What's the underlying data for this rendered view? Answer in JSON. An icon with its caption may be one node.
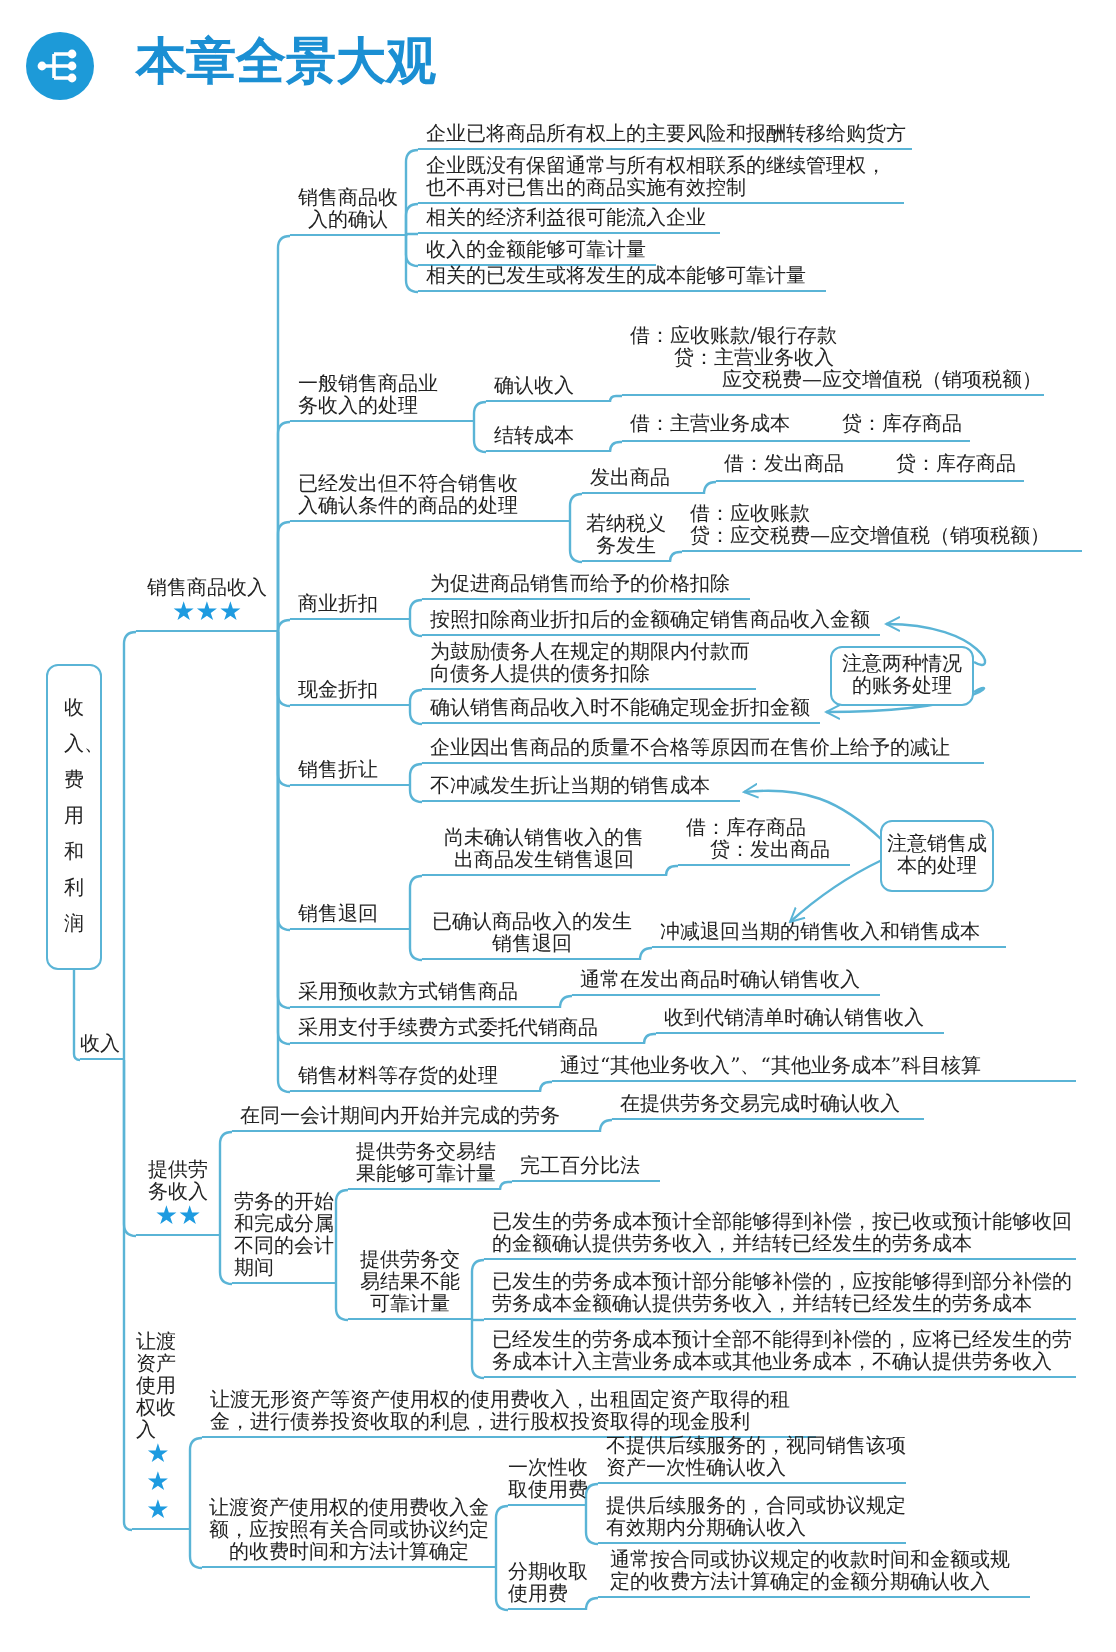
{
  "diagram": {
    "title": "本章全景大观",
    "nodes": [
      {
        "text": [
          "收入、费用和利润"
        ]
      },
      {
        "text": [
          "收入"
        ]
      },
      {
        "text": [
          "销售商品收入",
          "★★★"
        ]
      },
      {
        "text": [
          "销售商品收入的确认"
        ]
      },
      {
        "text": [
          "企业已将商品所有权上的主要风险和报酬转移给购货方"
        ]
      },
      {
        "text": [
          "企业既没有保留通常与所有权相联系的继续管理权，也不再对已售出的商品实施有效控制"
        ]
      },
      {
        "text": [
          "相关的经济利益很可能流入企业"
        ]
      },
      {
        "text": [
          "收入的金额能够可靠计量"
        ]
      },
      {
        "text": [
          "相关的已发生或将发生的成本能够可靠计量"
        ]
      },
      {
        "text": [
          "一般销售商品业务收入的处理"
        ]
      },
      {
        "text": [
          "确认收入"
        ]
      },
      {
        "text": [
          "借：应收账款/银行存款",
          "贷：主营业务收入",
          "应交税费—应交增值税（销项税额）"
        ]
      },
      {
        "text": [
          "结转成本"
        ]
      },
      {
        "text": [
          "借：主营业务成本",
          "贷：库存商品"
        ]
      },
      {
        "text": [
          "已经发出但不符合销售收入确认条件的商品的处理"
        ]
      },
      {
        "text": [
          "发出商品"
        ]
      },
      {
        "text": [
          "借：发出商品",
          "贷：库存商品"
        ]
      },
      {
        "text": [
          "若纳税义务发生"
        ]
      },
      {
        "text": [
          "借：应收账款",
          "贷：应交税费—应交增值税（销项税额）"
        ]
      },
      {
        "text": [
          "商业折扣"
        ]
      },
      {
        "text": [
          "为促进商品销售而给予的价格扣除"
        ]
      },
      {
        "text": [
          "按照扣除商业折扣后的金额确定销售商品收入金额"
        ]
      },
      {
        "text": [
          "现金折扣"
        ]
      },
      {
        "text": [
          "为鼓励债务人在规定的期限内付款而向债务人提供的债务扣除"
        ]
      },
      {
        "text": [
          "确认销售商品收入时不能确定现金折扣金额"
        ]
      },
      {
        "text": [
          "注意两种情况的账务处理"
        ]
      },
      {
        "text": [
          "销售折让"
        ]
      },
      {
        "text": [
          "企业因出售商品的质量不合格等原因而在售价上给予的减让"
        ]
      },
      {
        "text": [
          "不冲减发生折让当期的销售成本"
        ]
      },
      {
        "text": [
          "销售退回"
        ]
      },
      {
        "text": [
          "尚未确认销售收入的售出商品发生销售退回"
        ]
      },
      {
        "text": [
          "借：库存商品",
          "贷：发出商品"
        ]
      },
      {
        "text": [
          "已确认商品收入的发生销售退回"
        ]
      },
      {
        "text": [
          "冲减退回当期的销售收入和销售成本"
        ]
      },
      {
        "text": [
          "注意销售成本的处理"
        ]
      },
      {
        "text": [
          "采用预收款方式销售商品"
        ]
      },
      {
        "text": [
          "通常在发出商品时确认销售收入"
        ]
      },
      {
        "text": [
          "采用支付手续费方式委托代销商品"
        ]
      },
      {
        "text": [
          "收到代销清单时确认销售收入"
        ]
      },
      {
        "text": [
          "销售材料等存货的处理"
        ]
      },
      {
        "text": [
          "通过“其他业务收入”、“其他业务成本”科目核算"
        ]
      },
      {
        "text": [
          "提供劳务收入",
          "★★"
        ]
      },
      {
        "text": [
          "在同一会计期间内开始并完成的劳务"
        ]
      },
      {
        "text": [
          "在提供劳务交易完成时确认收入"
        ]
      },
      {
        "text": [
          "劳务的开始和完成分属不同的会计期间"
        ]
      },
      {
        "text": [
          "提供劳务交易结果能够可靠计量"
        ]
      },
      {
        "text": [
          "完工百分比法"
        ]
      },
      {
        "text": [
          "提供劳务交易结果不能可靠计量"
        ]
      },
      {
        "text": [
          "已发生的劳务成本预计全部能够得到补偿，按已收或预计能够收回的金额确认提供劳务收入，并结转已经发生的劳务成本"
        ]
      },
      {
        "text": [
          "已发生的劳务成本预计部分能够补偿的，应按能够得到部分补偿的劳务成本金额确认提供劳务收入，并结转已经发生的劳务成本"
        ]
      },
      {
        "text": [
          "已经发生的劳务成本预计全部不能得到补偿的，应将已经发生的劳务成本计入主营业务成本或其他业务成本，不确认提供劳务收入"
        ]
      },
      {
        "text": [
          "让渡资产使用权收入",
          "★★★"
        ]
      },
      {
        "text": [
          "让渡无形资产等资产使用权的使用费收入，出租固定资产取得的租金，进行债券投资收取的利息，进行股权投资取得的现金股利"
        ]
      },
      {
        "text": [
          "让渡资产使用权的使用费收入金额，应按照有关合同或协议约定的收费时间和方法计算确定"
        ]
      },
      {
        "text": [
          "一次性收取使用费"
        ]
      },
      {
        "text": [
          "不提供后续服务的，视同销售该项资产一次性确认收入"
        ]
      },
      {
        "text": [
          "提供后续服务的，合同或协议规定有效期内分期确认收入"
        ]
      },
      {
        "text": [
          "分期收取使用费"
        ]
      },
      {
        "text": [
          "通常按合同或协议规定的收款时间和金额或规定的收费方法计算确定的金额分期确认收入"
        ]
      }
    ],
    "edges": [
      {
        "from": 0,
        "to": 1,
        "arrow": "none"
      },
      {
        "from": 1,
        "to": 2,
        "arrow": "none"
      },
      {
        "from": 1,
        "to": 41,
        "arrow": "none"
      },
      {
        "from": 1,
        "to": 51,
        "arrow": "none"
      },
      {
        "from": 2,
        "to": 3,
        "arrow": "none"
      },
      {
        "from": 3,
        "to": 4,
        "arrow": "none"
      },
      {
        "from": 3,
        "to": 5,
        "arrow": "none"
      },
      {
        "from": 3,
        "to": 6,
        "arrow": "none"
      },
      {
        "from": 3,
        "to": 7,
        "arrow": "none"
      },
      {
        "from": 3,
        "to": 8,
        "arrow": "none"
      },
      {
        "from": 2,
        "to": 9,
        "arrow": "none"
      },
      {
        "from": 9,
        "to": 10,
        "arrow": "none"
      },
      {
        "from": 10,
        "to": 11,
        "arrow": "none"
      },
      {
        "from": 9,
        "to": 12,
        "arrow": "none"
      },
      {
        "from": 12,
        "to": 13,
        "arrow": "none"
      },
      {
        "from": 2,
        "to": 14,
        "arrow": "none"
      },
      {
        "from": 14,
        "to": 15,
        "arrow": "none"
      },
      {
        "from": 15,
        "to": 16,
        "arrow": "none"
      },
      {
        "from": 14,
        "to": 17,
        "arrow": "none"
      },
      {
        "from": 17,
        "to": 18,
        "arrow": "none"
      },
      {
        "from": 2,
        "to": 19,
        "arrow": "none"
      },
      {
        "from": 19,
        "to": 20,
        "arrow": "none"
      },
      {
        "from": 19,
        "to": 21,
        "arrow": "none"
      },
      {
        "from": 2,
        "to": 22,
        "arrow": "none"
      },
      {
        "from": 22,
        "to": 23,
        "arrow": "none"
      },
      {
        "from": 22,
        "to": 24,
        "arrow": "none"
      },
      {
        "from": 2,
        "to": 26,
        "arrow": "none"
      },
      {
        "from": 26,
        "to": 27,
        "arrow": "none"
      },
      {
        "from": 26,
        "to": 28,
        "arrow": "none"
      },
      {
        "from": 2,
        "to": 29,
        "arrow": "none"
      },
      {
        "from": 29,
        "to": 30,
        "arrow": "none"
      },
      {
        "from": 30,
        "to": 31,
        "arrow": "none"
      },
      {
        "from": 29,
        "to": 32,
        "arrow": "none"
      },
      {
        "from": 32,
        "to": 33,
        "arrow": "none"
      },
      {
        "from": 2,
        "to": 35,
        "arrow": "none"
      },
      {
        "from": 35,
        "to": 36,
        "arrow": "none"
      },
      {
        "from": 2,
        "to": 37,
        "arrow": "none"
      },
      {
        "from": 37,
        "to": 38,
        "arrow": "none"
      },
      {
        "from": 2,
        "to": 39,
        "arrow": "none"
      },
      {
        "from": 39,
        "to": 40,
        "arrow": "none"
      },
      {
        "from": 41,
        "to": 42,
        "arrow": "none"
      },
      {
        "from": 42,
        "to": 43,
        "arrow": "none"
      },
      {
        "from": 41,
        "to": 44,
        "arrow": "none"
      },
      {
        "from": 44,
        "to": 45,
        "arrow": "none"
      },
      {
        "from": 45,
        "to": 46,
        "arrow": "none"
      },
      {
        "from": 44,
        "to": 47,
        "arrow": "none"
      },
      {
        "from": 47,
        "to": 48,
        "arrow": "none"
      },
      {
        "from": 47,
        "to": 49,
        "arrow": "none"
      },
      {
        "from": 47,
        "to": 50,
        "arrow": "none"
      },
      {
        "from": 51,
        "to": 52,
        "arrow": "none"
      },
      {
        "from": 51,
        "to": 53,
        "arrow": "none"
      },
      {
        "from": 53,
        "to": 54,
        "arrow": "none"
      },
      {
        "from": 54,
        "to": 55,
        "arrow": "none"
      },
      {
        "from": 54,
        "to": 56,
        "arrow": "none"
      },
      {
        "from": 53,
        "to": 57,
        "arrow": "none"
      },
      {
        "from": 57,
        "to": 58,
        "arrow": "none"
      },
      {
        "from": 25,
        "to": 21,
        "arrow": "to"
      },
      {
        "from": 25,
        "to": 24,
        "arrow": "to"
      },
      {
        "from": 34,
        "to": 28,
        "arrow": "to"
      },
      {
        "from": 34,
        "to": 33,
        "arrow": "to"
      }
    ]
  }
}
